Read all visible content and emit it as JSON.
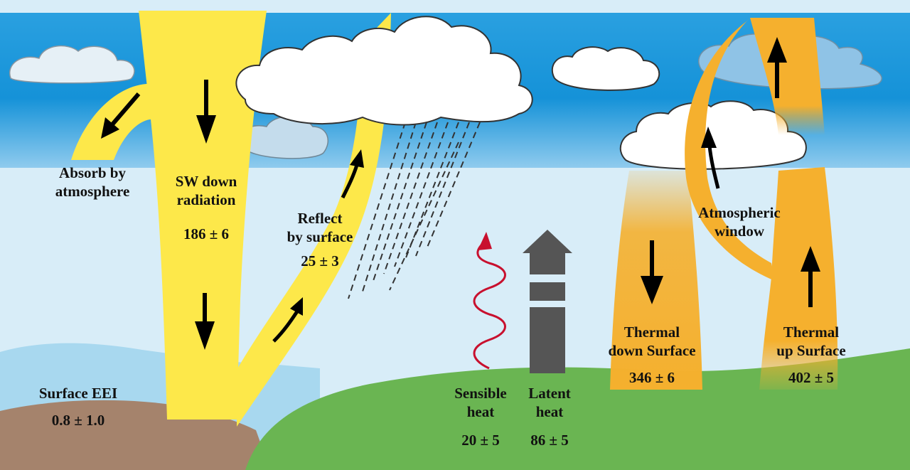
{
  "labels": {
    "absorb_line1": "Absorb by",
    "absorb_line2": "atmosphere",
    "sw_line1": "SW down",
    "sw_line2": "radiation",
    "sw_value": "186 ± 6",
    "reflect_line1": "Reflect",
    "reflect_line2": "by surface",
    "reflect_value": "25 ± 3",
    "eei_title": "Surface EEI",
    "eei_value": "0.8 ± 1.0",
    "sensible_line1": "Sensible",
    "sensible_line2": "heat",
    "sensible_value": "20 ± 5",
    "latent_line1": "Latent",
    "latent_line2": "heat",
    "latent_value": "86 ± 5",
    "thermal_down_line1": "Thermal",
    "thermal_down_line2": "down Surface",
    "thermal_down_value": "346 ± 6",
    "window_line1": "Atmospheric",
    "window_line2": "window",
    "thermal_up_line1": "Thermal",
    "thermal_up_line2": "up Surface",
    "thermal_up_value": "402 ± 5"
  },
  "colors": {
    "sky_top": "#0f8fd6",
    "sky_light": "#d6ecf7",
    "shortwave": "#fde84a",
    "longwave": "#f5b02e",
    "ground_green": "#6ab552",
    "ground_brown": "#a5836c",
    "water": "#a8d8ef",
    "sensible_arrow": "#c8102e",
    "latent_arrow": "#555555",
    "arrow": "#000000"
  }
}
